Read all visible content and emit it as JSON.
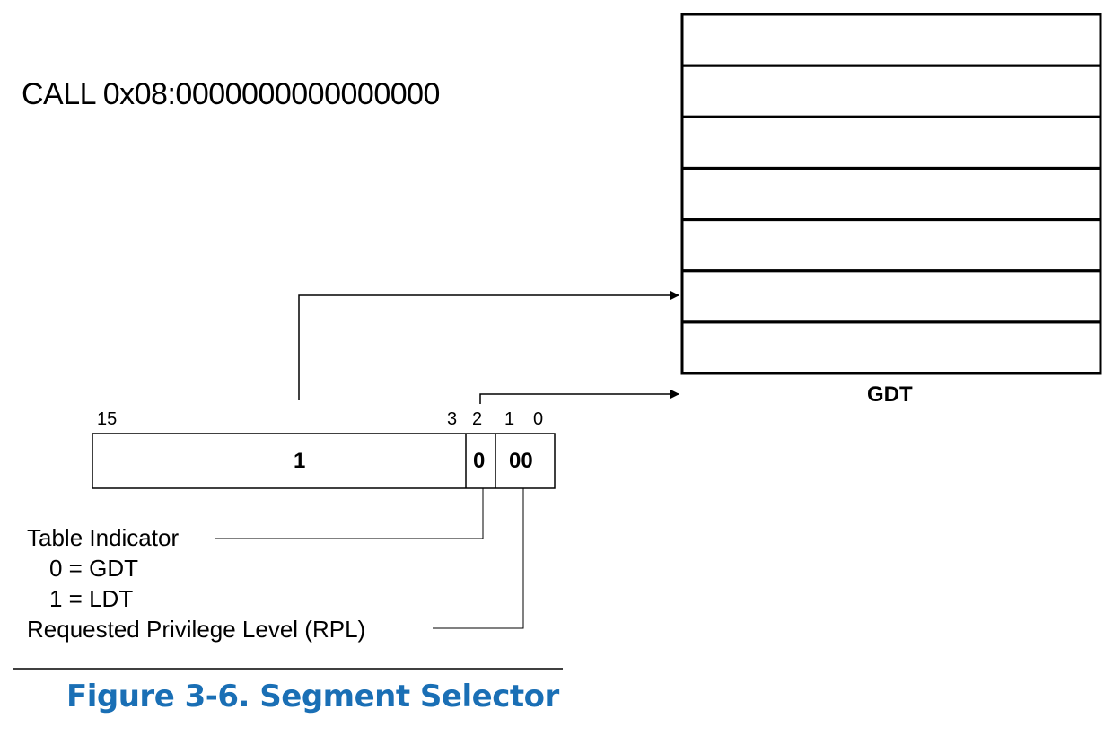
{
  "instruction": "CALL 0x08:0000000000000000",
  "selector": {
    "bit_labels": [
      "15",
      "3",
      "2",
      "1",
      "0"
    ],
    "index_value": "1",
    "ti_value": "0",
    "rpl_value": "00"
  },
  "legend": {
    "table_indicator": "Table Indicator",
    "ti_gdt": "0 = GDT",
    "ti_ldt": "1 = LDT",
    "rpl": "Requested Privilege Level (RPL)"
  },
  "gdt": {
    "label": "GDT",
    "entry_count": 7
  },
  "caption": "Figure 3-6.  Segment Selector",
  "colors": {
    "caption": "#1a6fb5",
    "lines": "#000000"
  }
}
